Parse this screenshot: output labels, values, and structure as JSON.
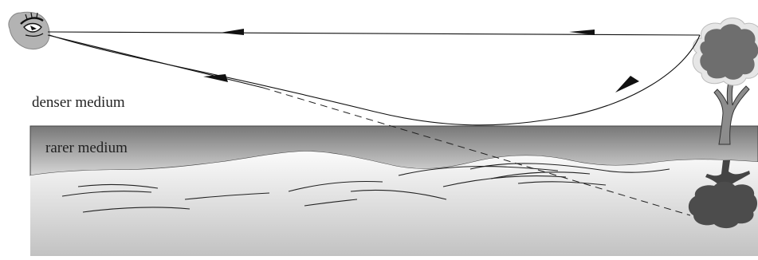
{
  "labels": {
    "denser_medium": "denser medium",
    "rarer_medium": "rarer medium"
  },
  "colors": {
    "background": "#ffffff",
    "rarer_layer_top": "#7a7a7a",
    "rarer_layer_bottom": "#d2d2d2",
    "water_top": "#f8f8f8",
    "water_bottom": "#c4c4c4",
    "foliage": "#6f6f6f",
    "trunk": "#8a8a8a",
    "eye_shape": "#b5b5b5",
    "ray": "#111111"
  },
  "icons": {
    "observer": "eye-icon",
    "object": "tree-icon",
    "image": "inverted-tree-image"
  }
}
